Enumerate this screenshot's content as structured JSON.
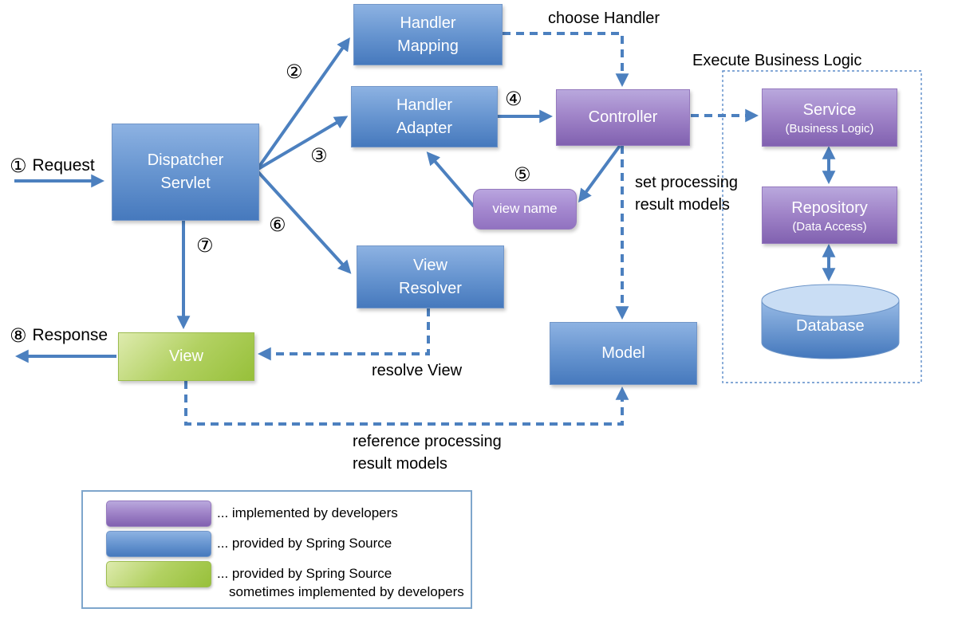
{
  "colors": {
    "spring_blue": "#4679BD",
    "developer_purple": "#8161B0",
    "view_green": "#97C03A",
    "arrow_blue": "#4C80BF"
  },
  "nodes": {
    "dispatcher_servlet": "Dispatcher Servlet",
    "handler_mapping": "Handler Mapping",
    "handler_adapter": "Handler Adapter",
    "controller": "Controller",
    "view_name": "view name",
    "view_resolver": "View Resolver",
    "view": "View",
    "model": "Model",
    "service": "Service",
    "service_sub": "(Business Logic)",
    "repository": "Repository",
    "repository_sub": "(Data Access)",
    "database": "Database"
  },
  "steps": {
    "s1": "①",
    "s2": "②",
    "s3": "③",
    "s4": "④",
    "s5": "⑤",
    "s6": "⑥",
    "s7": "⑦",
    "s8": "⑧"
  },
  "labels": {
    "request": "Request",
    "response": "Response",
    "choose_handler": "choose Handler",
    "execute_business_logic": "Execute Business Logic",
    "set_processing_result_models": "set processing result models",
    "resolve_view": "resolve View",
    "reference_processing_result_models": "reference processing result models"
  },
  "legend": {
    "items": [
      {
        "swatch": "purple",
        "text": "... implemented by developers"
      },
      {
        "swatch": "blue",
        "text": "... provided by Spring Source"
      },
      {
        "swatch": "green",
        "text": "... provided by Spring Source",
        "text2": "sometimes implemented by developers"
      }
    ]
  }
}
